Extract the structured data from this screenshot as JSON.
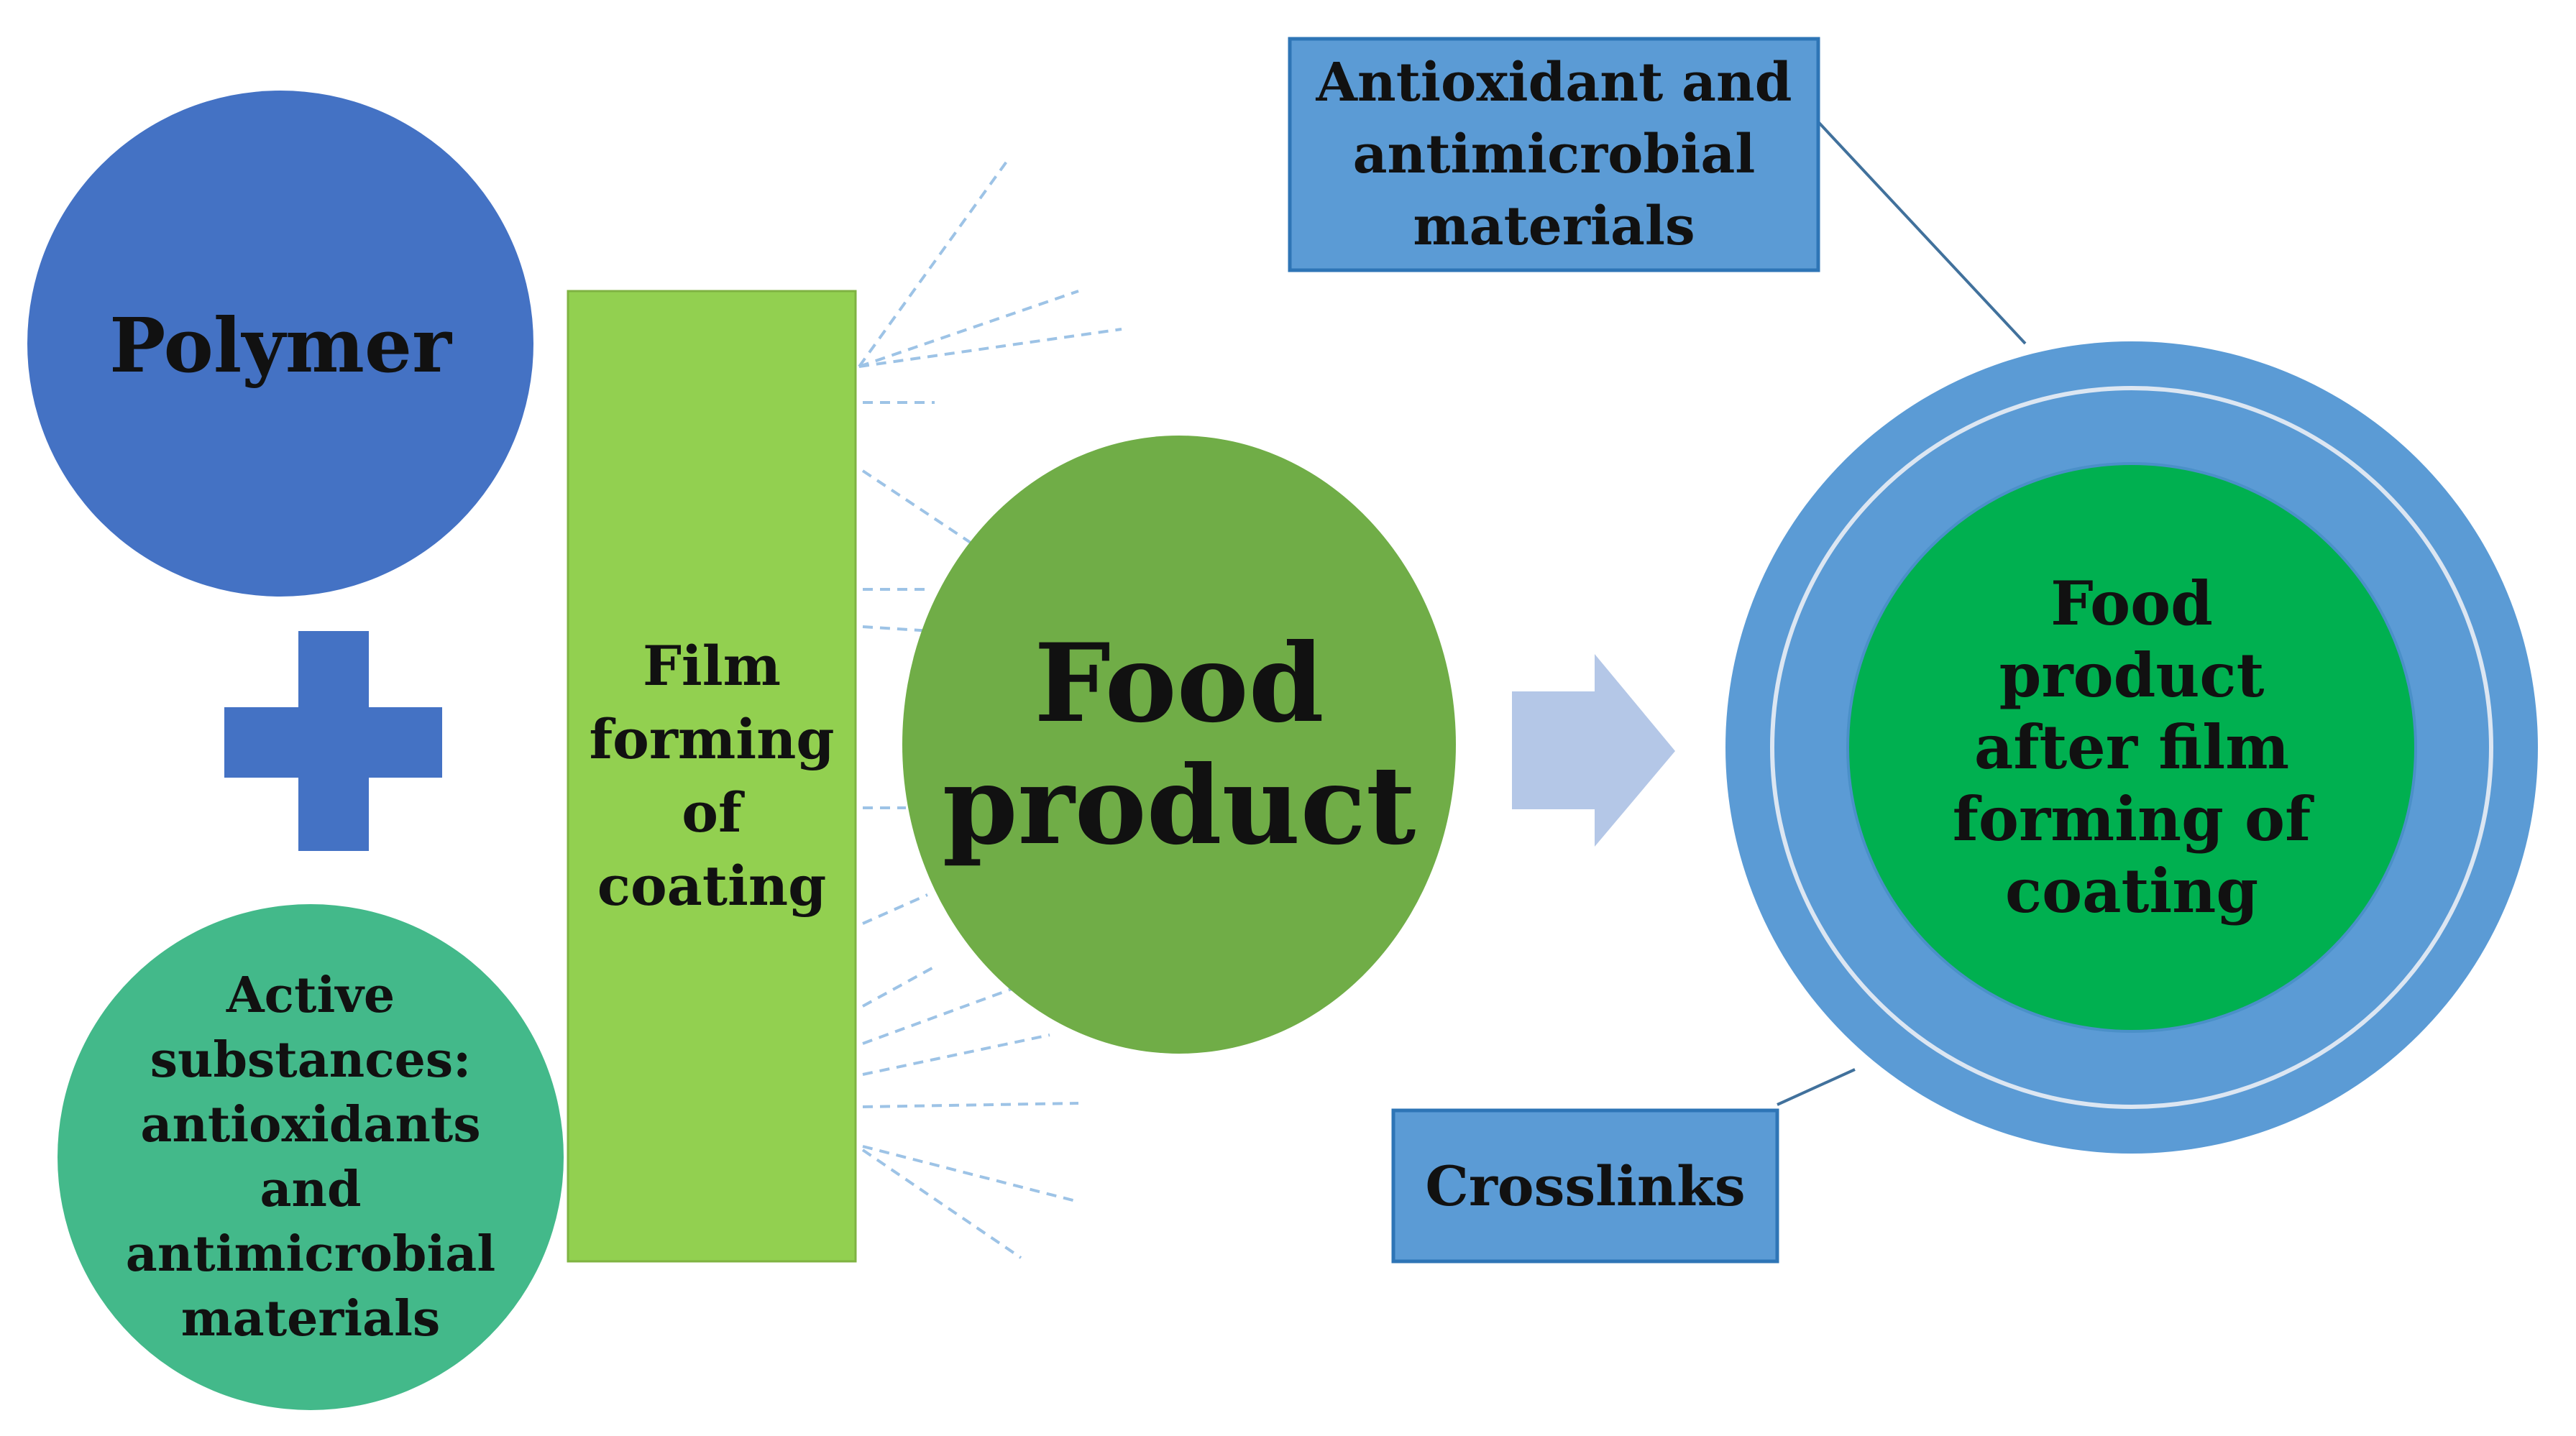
{
  "nodes": {
    "polymer": {
      "lines": [
        "Polymer"
      ]
    },
    "active_substances": {
      "lines": [
        "Active",
        "substances:",
        "antioxidants",
        "and",
        "antimicrobial",
        "materials"
      ]
    },
    "film_forming": {
      "lines": [
        "Film",
        "forming",
        "of",
        "coating"
      ]
    },
    "food_product": {
      "lines": [
        "Food",
        "product"
      ]
    },
    "coated_product": {
      "lines": [
        "Food",
        "product",
        "after film",
        "forming of",
        "coating"
      ]
    },
    "antioxidant_box": {
      "lines": [
        "Antioxidant and",
        "antimicrobial",
        "materials"
      ]
    },
    "crosslinks_box": {
      "lines": [
        "Crosslinks"
      ]
    }
  },
  "colors": {
    "polymer": "#4472C4",
    "plus": "#4472C4",
    "active_substances": "#43B98A",
    "film_forming": "#92D050",
    "food_product": "#70AD47",
    "arrow": "#B4C7E7",
    "outer_ring": "#5B9BD5",
    "ring_line": "#DCE6F2",
    "coated_product": "#00B050",
    "box_fill": "#5B9BD5",
    "box_border": "#2E75B6",
    "spray": "#9DC3E6",
    "connector": "#41719C"
  },
  "icons": {
    "plus": "plus-icon",
    "arrow": "right-arrow-icon"
  }
}
